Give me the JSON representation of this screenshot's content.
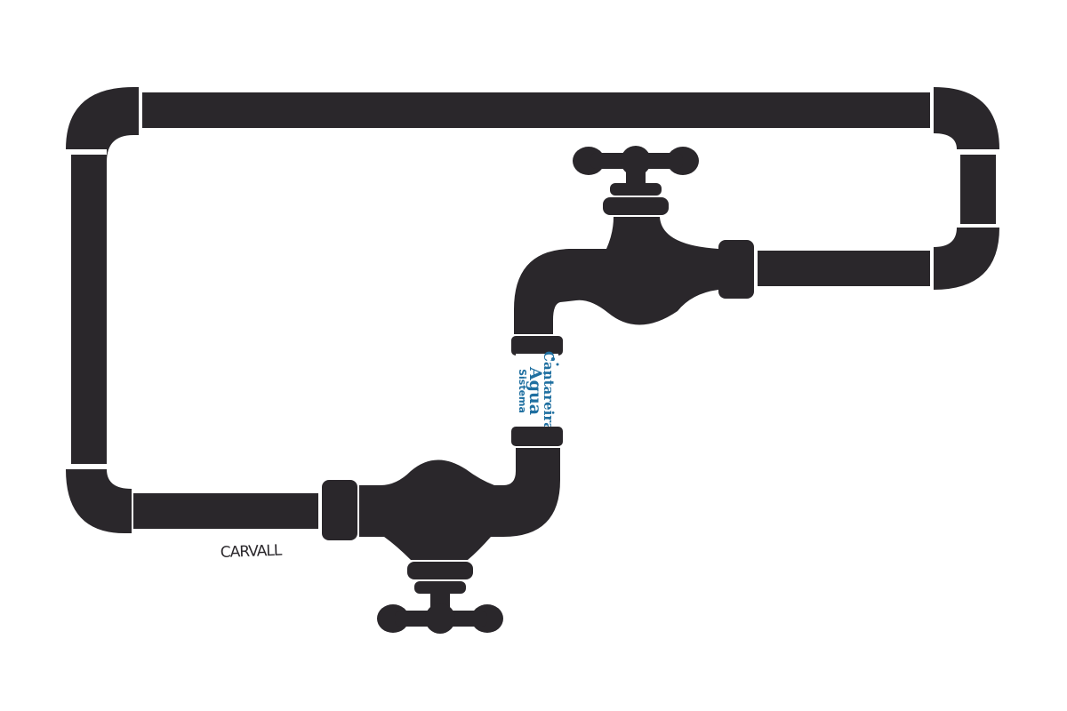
{
  "artwork": {
    "signature": "CARVALL",
    "pipe_label_lines": [
      "Cantareira",
      "Água",
      "Sistema"
    ]
  },
  "colors": {
    "background": "#ffffff",
    "pipe": "#2a272b",
    "gap": "#ffffff",
    "label": "#1f6fa0",
    "signature": "#2a272b"
  },
  "icons": {
    "top-faucet": "faucet-icon",
    "bottom-faucet": "faucet-icon",
    "water-label": "water-text-icon"
  }
}
